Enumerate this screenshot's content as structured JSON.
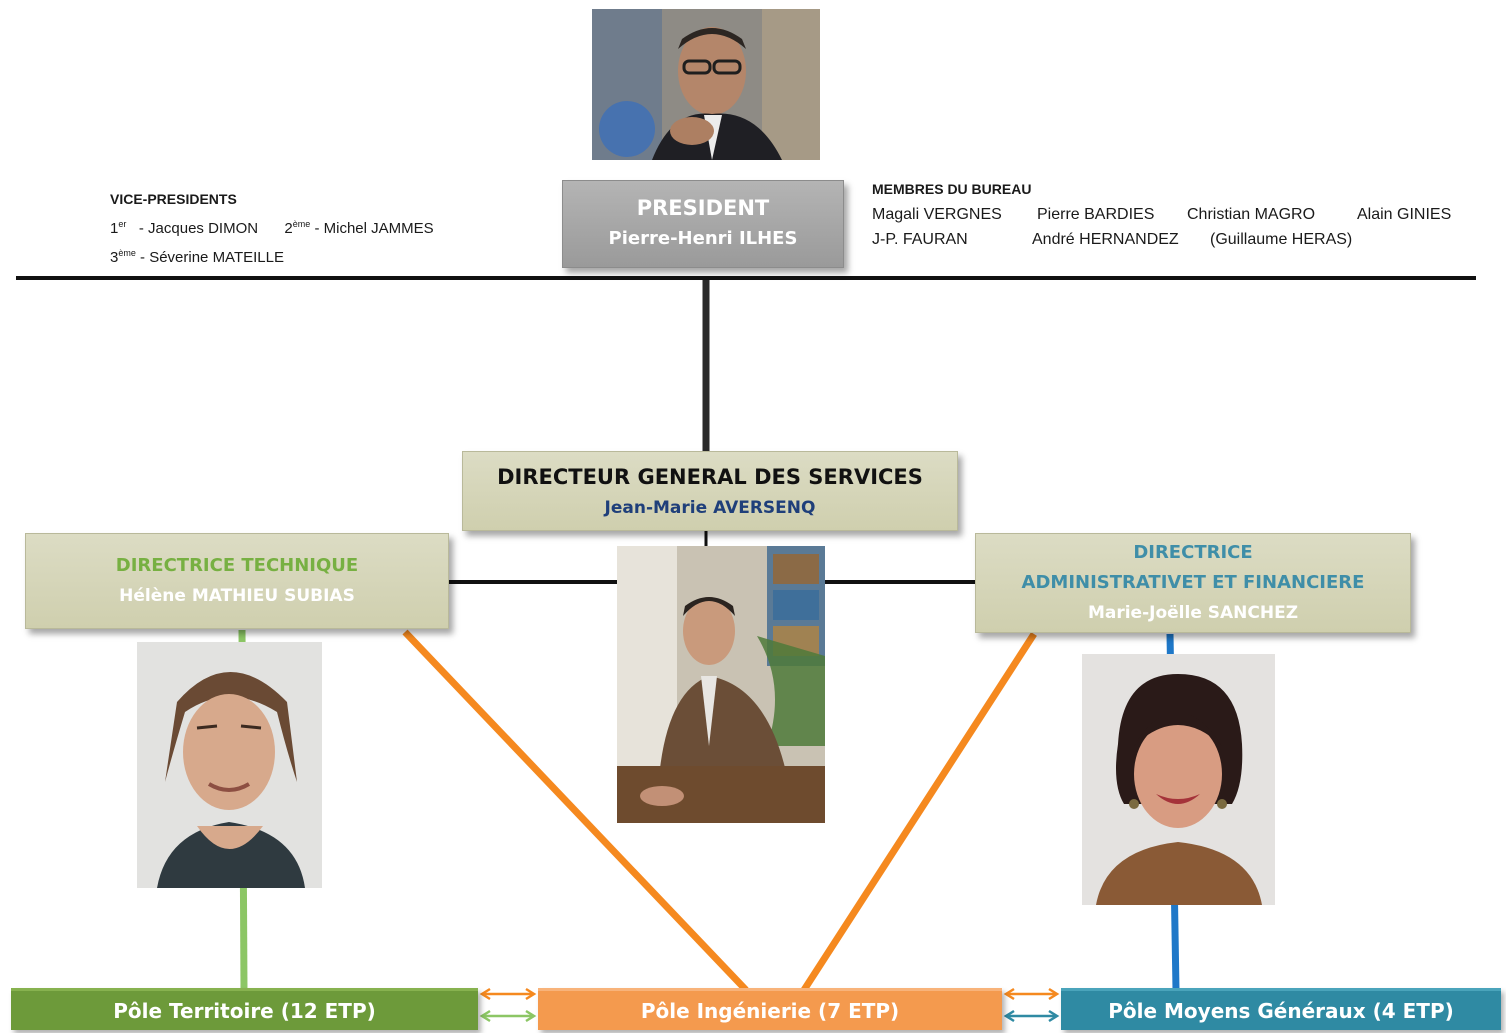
{
  "president": {
    "title": "PRESIDENT",
    "name": "Pierre-Henri ILHES"
  },
  "vice_presidents": {
    "title": "VICE-PRESIDENTS",
    "first_ord": "1",
    "first_sup": "er",
    "first_name": "- Jacques DIMON",
    "second_ord": "2",
    "second_sup": "ème",
    "second_name": "- Michel JAMMES",
    "third_ord": "3",
    "third_sup": "ème",
    "third_name": "- Séverine MATEILLE"
  },
  "bureau": {
    "title": "MEMBRES DU BUREAU",
    "members": [
      "Magali VERGNES",
      "Pierre BARDIES",
      "Christian MAGRO",
      "Alain GINIES",
      "J-P. FAURAN",
      "André HERNANDEZ",
      "(Guillaume HERAS)"
    ]
  },
  "dgs": {
    "title": "DIRECTEUR GENERAL DES SERVICES",
    "name": "Jean-Marie AVERSENQ"
  },
  "technique": {
    "title": "DIRECTRICE TECHNIQUE",
    "name": "Hélène MATHIEU SUBIAS"
  },
  "administratif": {
    "title_line1": "DIRECTRICE",
    "title_line2": "ADMINISTRATIVET ET FINANCIERE",
    "name": "Marie-Joëlle SANCHEZ"
  },
  "poles": {
    "territoire": "Pôle Territoire (12 ETP)",
    "ingenierie": "Pôle Ingénierie (7 ETP)",
    "moyens": "Pôle Moyens Généraux (4 ETP)"
  },
  "colors": {
    "territoire": "#6d9a3a",
    "ingenierie": "#f49a4e",
    "moyens": "#2f8aa3",
    "green_line": "#8cc665",
    "orange_line": "#f5891f",
    "blue_line": "#1f78c8"
  }
}
